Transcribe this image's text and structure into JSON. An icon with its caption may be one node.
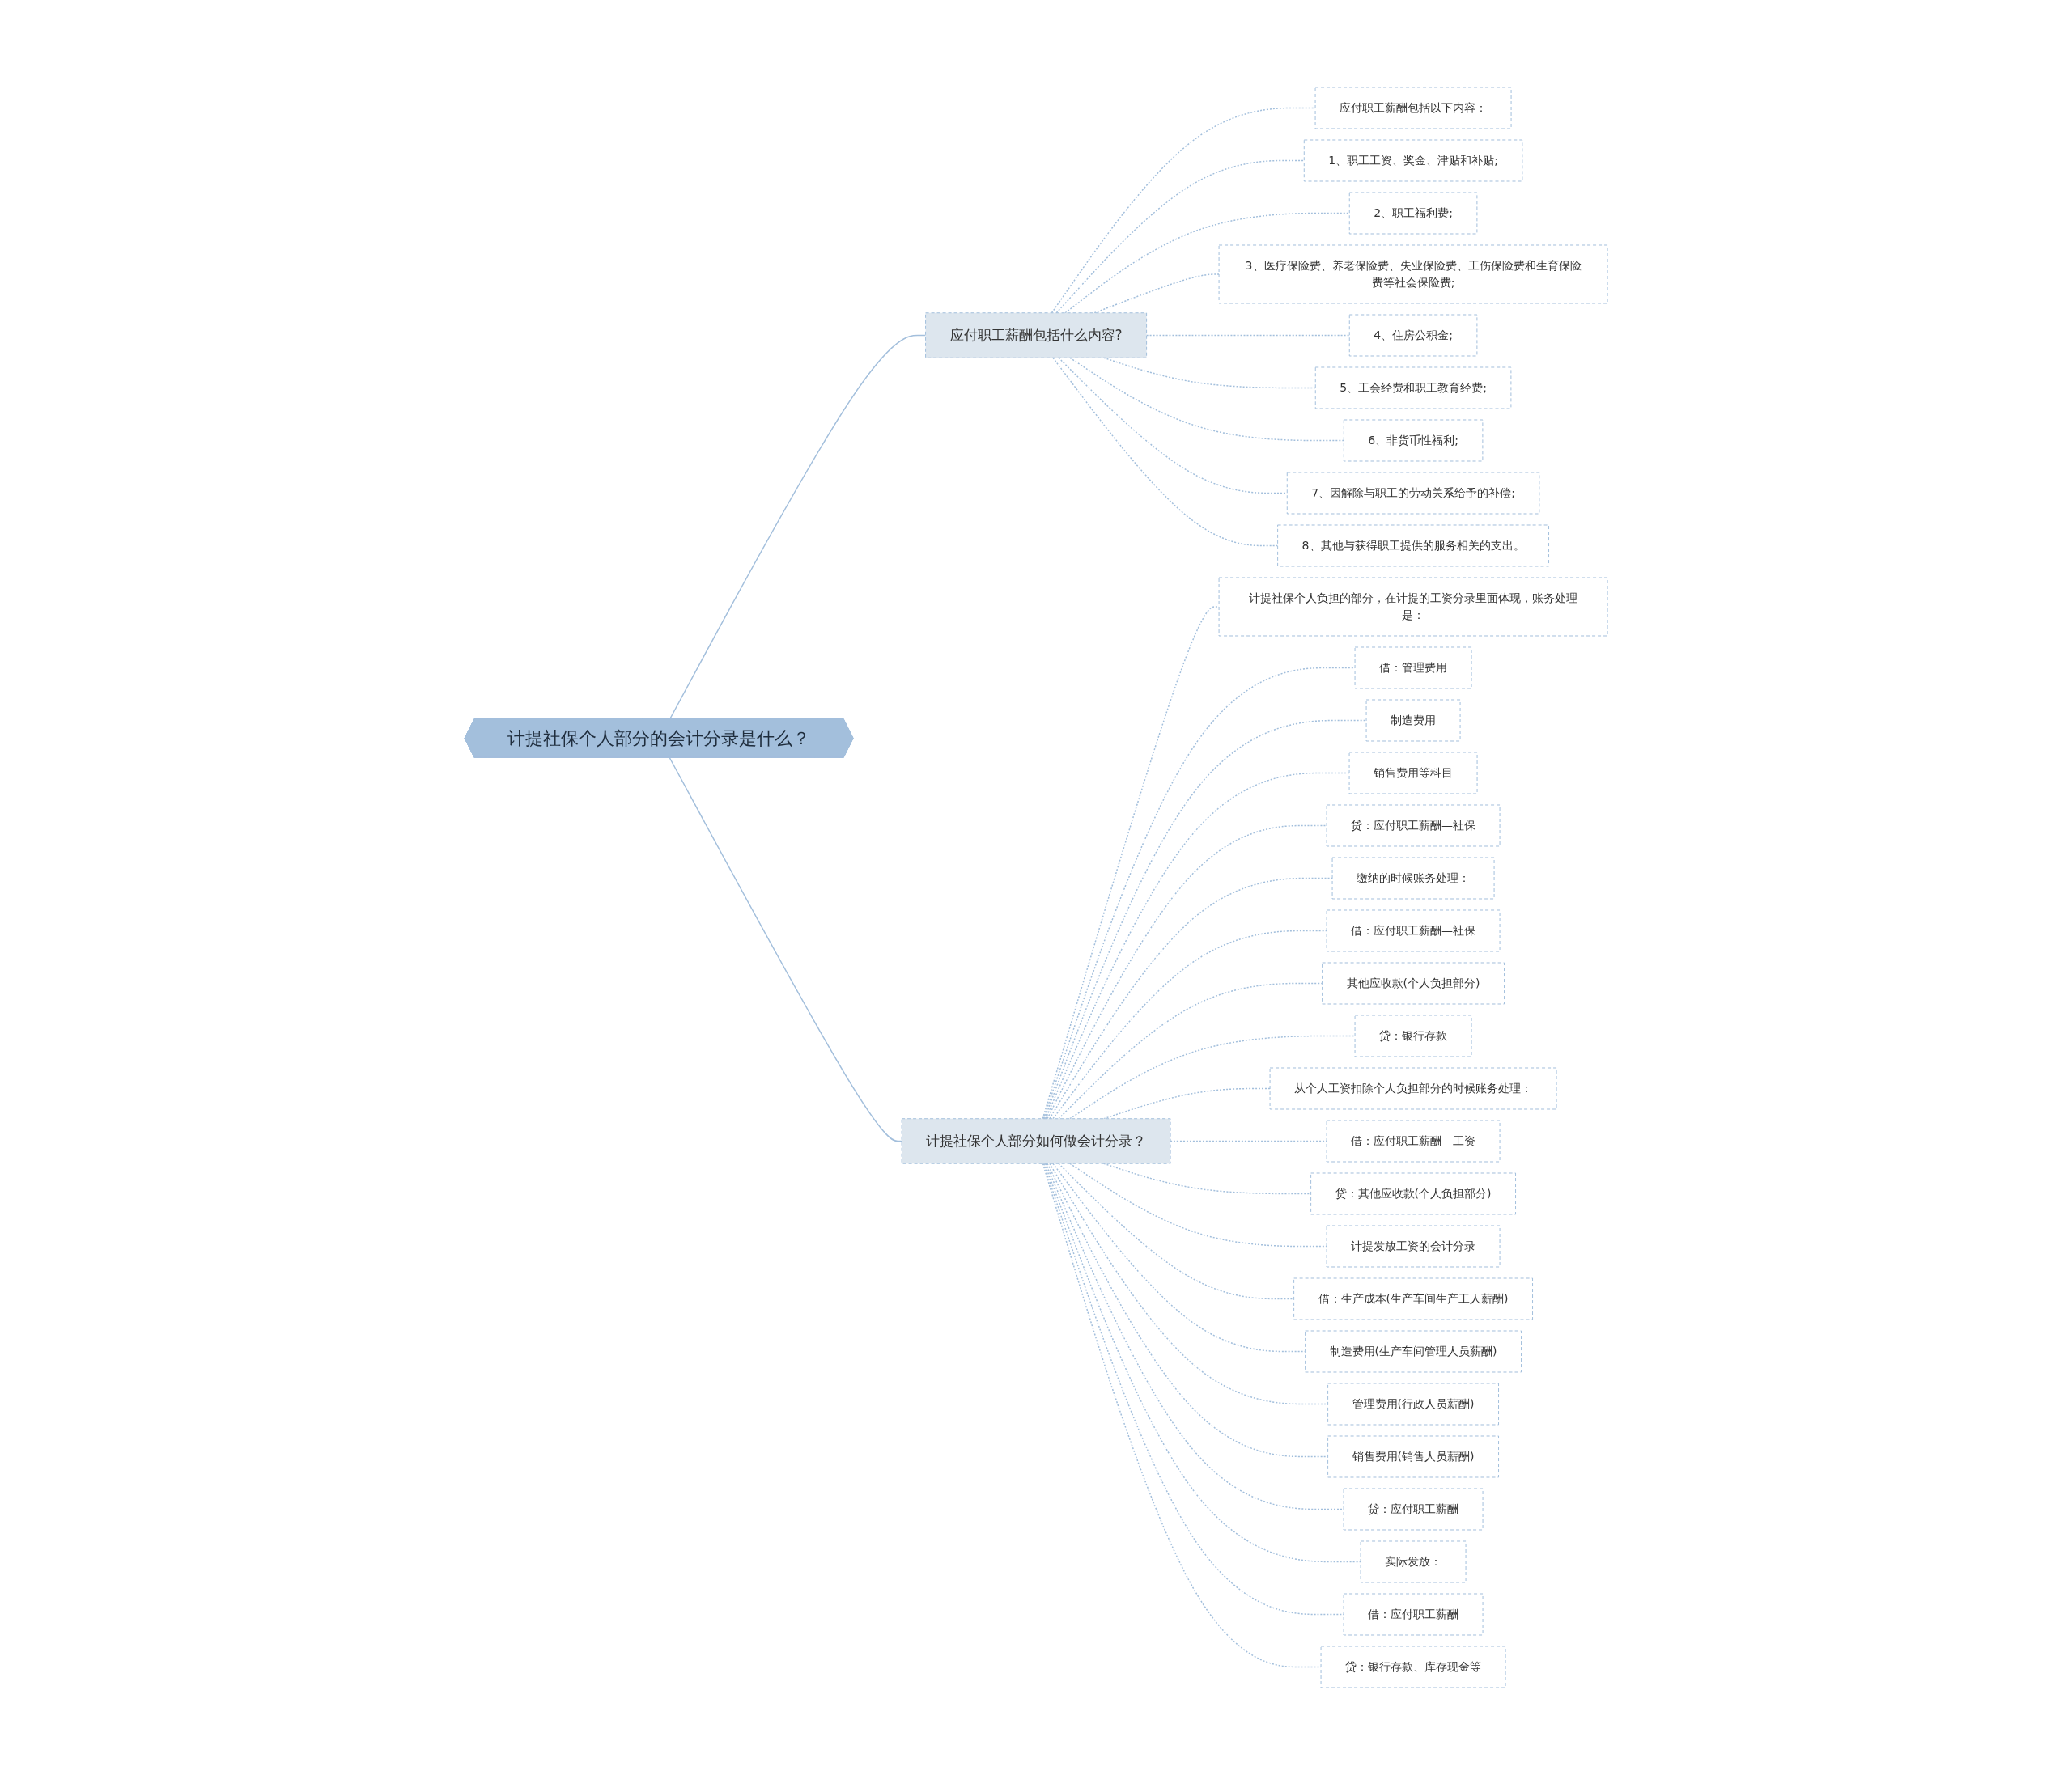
{
  "diagram": {
    "nodes": [
      {
        "text": [
          "计提社保个人部分的会计分录是什么？"
        ]
      },
      {
        "text": [
          "应付职工薪酬包括什么内容?"
        ]
      },
      {
        "text": [
          "应付职工薪酬包括以下内容："
        ]
      },
      {
        "text": [
          "1、职工工资、奖金、津贴和补贴;"
        ]
      },
      {
        "text": [
          "2、职工福利费;"
        ]
      },
      {
        "text": [
          "3、医疗保险费、养老保险费、失业保险费、工伤保险费和生育保险费等社会保险费;"
        ]
      },
      {
        "text": [
          "4、住房公积金;"
        ]
      },
      {
        "text": [
          "5、工会经费和职工教育经费;"
        ]
      },
      {
        "text": [
          "6、非货币性福利;"
        ]
      },
      {
        "text": [
          "7、因解除与职工的劳动关系给予的补偿;"
        ]
      },
      {
        "text": [
          "8、其他与获得职工提供的服务相关的支出。"
        ]
      },
      {
        "text": [
          "计提社保个人部分如何做会计分录？"
        ]
      },
      {
        "text": [
          "计提社保个人负担的部分，在计提的工资分录里面体现，账务处理是："
        ]
      },
      {
        "text": [
          "借：管理费用"
        ]
      },
      {
        "text": [
          "制造费用"
        ]
      },
      {
        "text": [
          "销售费用等科目"
        ]
      },
      {
        "text": [
          "贷：应付职工薪酬—社保"
        ]
      },
      {
        "text": [
          "缴纳的时候账务处理："
        ]
      },
      {
        "text": [
          "借：应付职工薪酬—社保"
        ]
      },
      {
        "text": [
          "其他应收款(个人负担部分)"
        ]
      },
      {
        "text": [
          "贷：银行存款"
        ]
      },
      {
        "text": [
          "从个人工资扣除个人负担部分的时候账务处理："
        ]
      },
      {
        "text": [
          "借：应付职工薪酬—工资"
        ]
      },
      {
        "text": [
          "贷：其他应收款(个人负担部分)"
        ]
      },
      {
        "text": [
          "计提发放工资的会计分录"
        ]
      },
      {
        "text": [
          "借：生产成本(生产车间生产工人薪酬)"
        ]
      },
      {
        "text": [
          "制造费用(生产车间管理人员薪酬)"
        ]
      },
      {
        "text": [
          "管理费用(行政人员薪酬)"
        ]
      },
      {
        "text": [
          "销售费用(销售人员薪酬)"
        ]
      },
      {
        "text": [
          "贷：应付职工薪酬"
        ]
      },
      {
        "text": [
          "实际发放："
        ]
      },
      {
        "text": [
          "借：应付职工薪酬"
        ]
      },
      {
        "text": [
          "贷：银行存款、库存现金等"
        ]
      }
    ],
    "edges": [
      {
        "from": 0,
        "to": 1,
        "arrow": "none"
      },
      {
        "from": 1,
        "to": 2,
        "arrow": "none",
        "style": "dashed"
      },
      {
        "from": 1,
        "to": 3,
        "arrow": "none",
        "style": "dashed"
      },
      {
        "from": 1,
        "to": 4,
        "arrow": "none",
        "style": "dashed"
      },
      {
        "from": 1,
        "to": 5,
        "arrow": "none",
        "style": "dashed"
      },
      {
        "from": 1,
        "to": 6,
        "arrow": "none",
        "style": "dashed"
      },
      {
        "from": 1,
        "to": 7,
        "arrow": "none",
        "style": "dashed"
      },
      {
        "from": 1,
        "to": 8,
        "arrow": "none",
        "style": "dashed"
      },
      {
        "from": 1,
        "to": 9,
        "arrow": "none",
        "style": "dashed"
      },
      {
        "from": 1,
        "to": 10,
        "arrow": "none",
        "style": "dashed"
      },
      {
        "from": 0,
        "to": 11,
        "arrow": "none"
      },
      {
        "from": 11,
        "to": 12,
        "arrow": "none",
        "style": "dashed"
      },
      {
        "from": 11,
        "to": 13,
        "arrow": "none",
        "style": "dashed"
      },
      {
        "from": 11,
        "to": 14,
        "arrow": "none",
        "style": "dashed"
      },
      {
        "from": 11,
        "to": 15,
        "arrow": "none",
        "style": "dashed"
      },
      {
        "from": 11,
        "to": 16,
        "arrow": "none",
        "style": "dashed"
      },
      {
        "from": 11,
        "to": 17,
        "arrow": "none",
        "style": "dashed"
      },
      {
        "from": 11,
        "to": 18,
        "arrow": "none",
        "style": "dashed"
      },
      {
        "from": 11,
        "to": 19,
        "arrow": "none",
        "style": "dashed"
      },
      {
        "from": 11,
        "to": 20,
        "arrow": "none",
        "style": "dashed"
      },
      {
        "from": 11,
        "to": 21,
        "arrow": "none",
        "style": "dashed"
      },
      {
        "from": 11,
        "to": 22,
        "arrow": "none",
        "style": "dashed"
      },
      {
        "from": 11,
        "to": 23,
        "arrow": "none",
        "style": "dashed"
      },
      {
        "from": 11,
        "to": 24,
        "arrow": "none",
        "style": "dashed"
      },
      {
        "from": 11,
        "to": 25,
        "arrow": "none",
        "style": "dashed"
      },
      {
        "from": 11,
        "to": 26,
        "arrow": "none",
        "style": "dashed"
      },
      {
        "from": 11,
        "to": 27,
        "arrow": "none",
        "style": "dashed"
      },
      {
        "from": 11,
        "to": 28,
        "arrow": "none",
        "style": "dashed"
      },
      {
        "from": 11,
        "to": 29,
        "arrow": "none",
        "style": "dashed"
      },
      {
        "from": 11,
        "to": 30,
        "arrow": "none",
        "style": "dashed"
      },
      {
        "from": 11,
        "to": 31,
        "arrow": "none",
        "style": "dashed"
      },
      {
        "from": 11,
        "to": 32,
        "arrow": "none",
        "style": "dashed"
      }
    ]
  }
}
